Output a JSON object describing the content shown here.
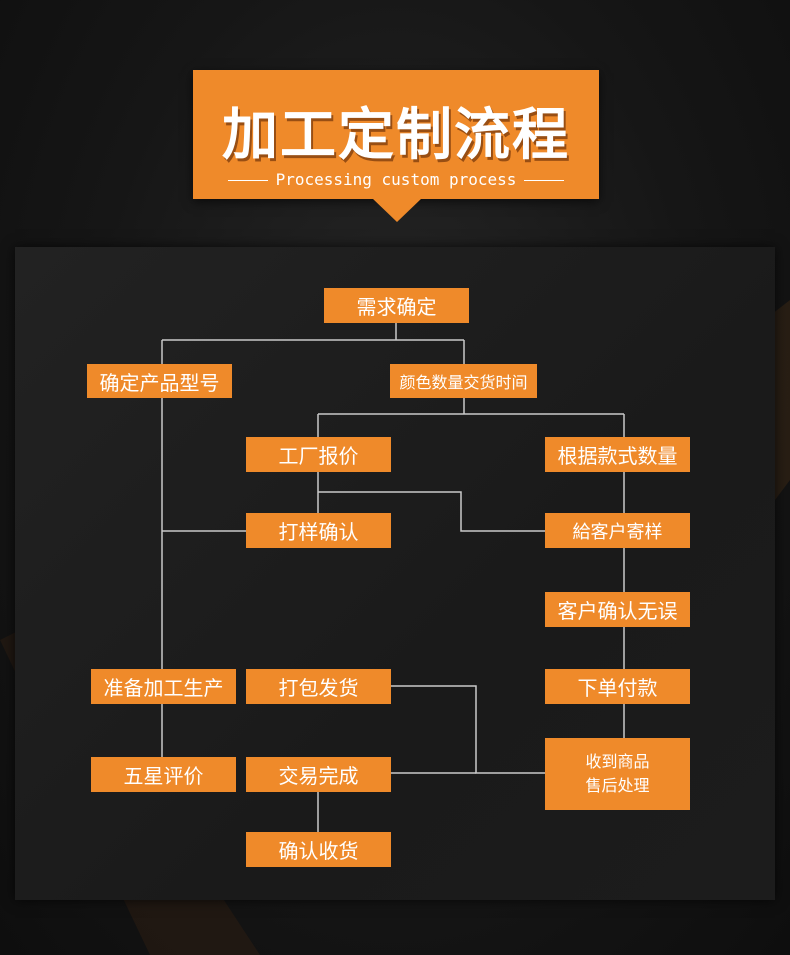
{
  "header": {
    "title": "加工定制流程",
    "subtitle": "Processing custom process"
  },
  "nodes": {
    "requirement": "需求确定",
    "product_model": "确定产品型号",
    "color_qty_delivery": "颜色数量交货时间",
    "factory_quote": "工厂报价",
    "by_style_qty": "根据款式数量",
    "sample_confirm": "打样确认",
    "send_sample": "給客户寄样",
    "customer_confirm": "客户确认无误",
    "place_order": "下单付款",
    "prepare_production": "准备加工生产",
    "pack_ship": "打包发货",
    "receive_goods_line1": "收到商品",
    "receive_goods_line2": "售后处理",
    "five_star": "五星评价",
    "deal_done": "交易完成",
    "confirm_receipt": "确认收货"
  },
  "colors": {
    "accent": "#ef8a2a",
    "line": "#c9c9c9",
    "background": "#141414"
  }
}
